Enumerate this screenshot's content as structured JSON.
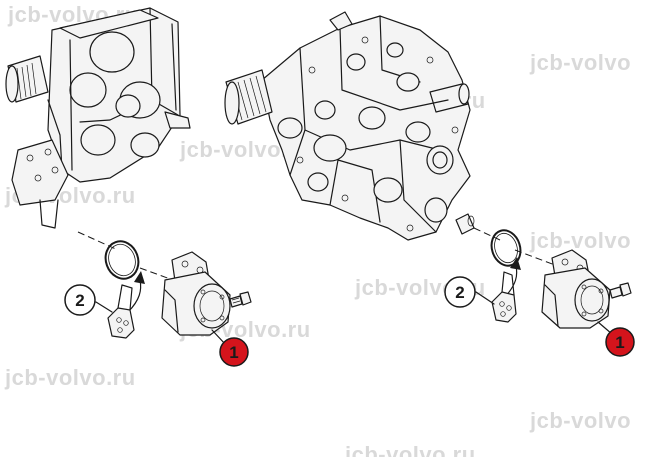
{
  "watermark": "jcb-volvo.ru",
  "watermark_partial": "jcb-volvo",
  "callouts": {
    "part_1": "1",
    "part_2": "2"
  },
  "colors": {
    "callout_part_1_fill": "#d4141c",
    "callout_part_2_fill": "#ffffff",
    "line": "#1a1a1a",
    "watermark": "#d9d9d9"
  }
}
